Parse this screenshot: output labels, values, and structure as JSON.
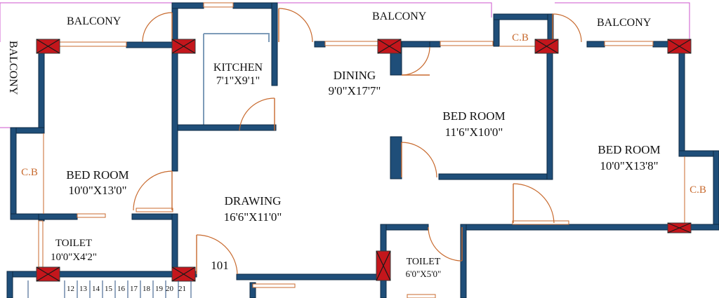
{
  "balconies": {
    "top_left": "BALCONY",
    "top_middle": "BALCONY",
    "top_right": "BALCONY",
    "left_side": "BALCONY"
  },
  "rooms": {
    "kitchen": {
      "name": "KITCHEN",
      "size": "7'1\"X9'1\""
    },
    "dining": {
      "name": "DINING",
      "size": "9'0\"X17'7\""
    },
    "bed_center": {
      "name": "BED ROOM",
      "size": "11'6\"X10'0\""
    },
    "bed_right": {
      "name": "BED ROOM",
      "size": "10'0\"X13'8\""
    },
    "bed_left": {
      "name": "BED ROOM",
      "size": "10'0\"X13'0\""
    },
    "drawing": {
      "name": "DRAWING",
      "size": "16'6\"X11'0\""
    },
    "toilet_left": {
      "name": "TOILET",
      "size": "10'0\"X4'2\""
    },
    "toilet_bottom": {
      "name": "TOILET",
      "size": "6'0\"X5'0\""
    }
  },
  "cupboards": {
    "top": "C.B",
    "left": "C.B",
    "right": "C.B"
  },
  "unit_number": "101",
  "stair_steps": [
    "12",
    "13",
    "14",
    "15",
    "16",
    "17",
    "18",
    "19",
    "20",
    "21"
  ]
}
